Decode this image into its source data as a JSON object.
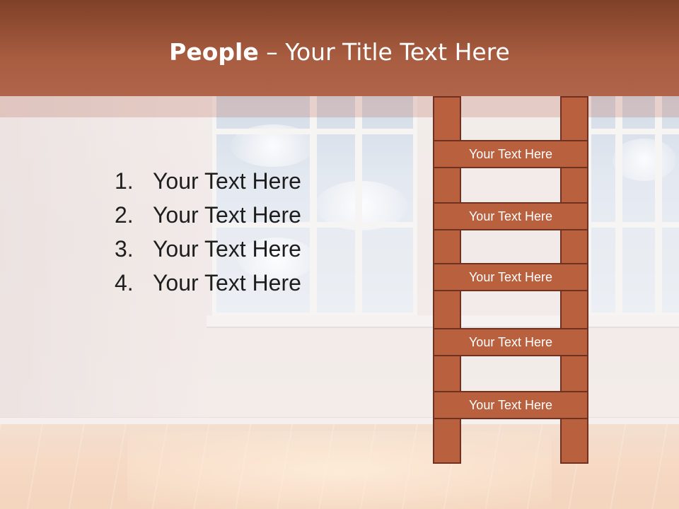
{
  "title": {
    "bold": "People",
    "rest": " – Your Title Text Here"
  },
  "list": [
    {
      "number": "1.",
      "text": "Your Text Here"
    },
    {
      "number": "2.",
      "text": "Your Text Here"
    },
    {
      "number": "3.",
      "text": "Your Text Here"
    },
    {
      "number": "4.",
      "text": "Your Text Here"
    }
  ],
  "ladder_rungs": [
    {
      "label": "Your Text Here"
    },
    {
      "label": "Your Text Here"
    },
    {
      "label": "Your Text Here"
    },
    {
      "label": "Your Text Here"
    },
    {
      "label": "Your Text Here"
    }
  ],
  "colors": {
    "banner": "#a85c40",
    "ladder_fill": "#b9603f",
    "ladder_outline": "#6f3220",
    "title_text": "#ffffff",
    "body_text": "#1e1e1e"
  }
}
